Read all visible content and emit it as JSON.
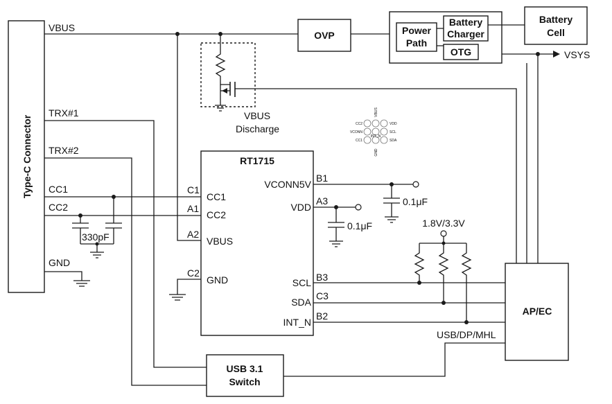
{
  "connector": {
    "label": "Type-C Connector"
  },
  "signals": {
    "vbus": "VBUS",
    "trx1": "TRX#1",
    "trx2": "TRX#2",
    "cc1": "CC1",
    "cc2": "CC2",
    "gnd": "GND",
    "vsys": "VSYS",
    "usb_dp_mhl": "USB/DP/MHL",
    "pullup_supply": "1.8V/3.3V"
  },
  "blocks": {
    "ovp": "OVP",
    "power_path_1": "Power",
    "power_path_2": "Path",
    "battery_charger_1": "Battery",
    "battery_charger_2": "Charger",
    "otg": "OTG",
    "battery_cell_1": "Battery",
    "battery_cell_2": "Cell",
    "ap_ec": "AP/EC",
    "usb_switch_1": "USB 3.1",
    "usb_switch_2": "Switch",
    "vbus_discharge_1": "VBUS",
    "vbus_discharge_2": "Discharge"
  },
  "chip": {
    "name": "RT1715",
    "pins": {
      "cc1": {
        "ball": "C1",
        "name": "CC1"
      },
      "cc2": {
        "ball": "A1",
        "name": "CC2"
      },
      "vbus": {
        "ball": "A2",
        "name": "VBUS"
      },
      "gnd": {
        "ball": "C2",
        "name": "GND"
      },
      "vconn5v": {
        "ball": "B1",
        "name": "VCONN5V"
      },
      "vdd": {
        "ball": "A3",
        "name": "VDD"
      },
      "scl": {
        "ball": "B3",
        "name": "SCL"
      },
      "sda": {
        "ball": "C3",
        "name": "SDA"
      },
      "int_n": {
        "ball": "B2",
        "name": "INT_N"
      }
    }
  },
  "capacitors": {
    "cc_caps": "330pF",
    "vconn_cap": "0.1μF",
    "vdd_cap": "0.1μF"
  },
  "ball_map": {
    "top": "VBUS",
    "bottom": "GND",
    "left": [
      "CC2",
      "VCONN",
      "CC1"
    ],
    "right": [
      "VDD",
      "SCL",
      "SDA"
    ],
    "center": "INT_N"
  }
}
